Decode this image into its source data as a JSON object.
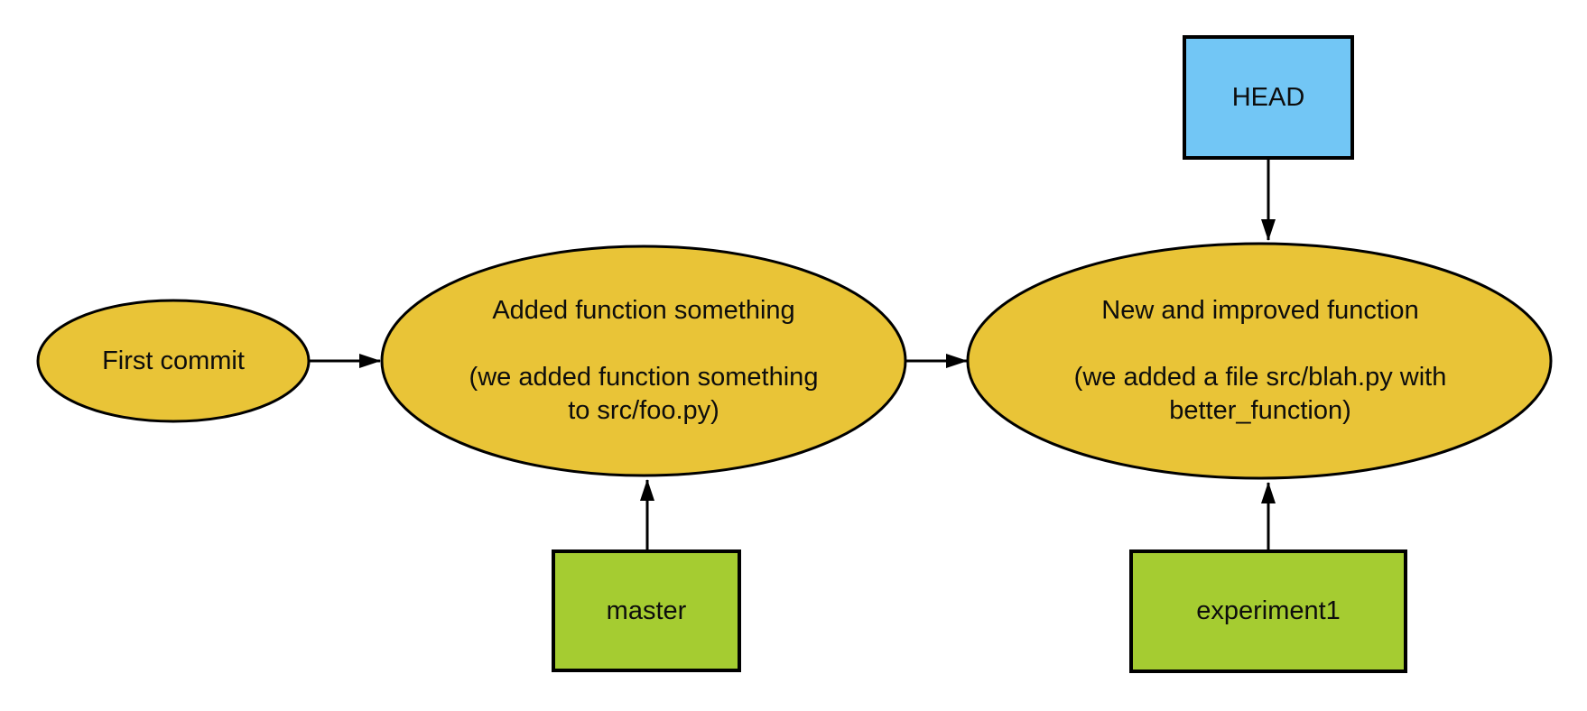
{
  "diagram": {
    "background": "#ffffff",
    "colors": {
      "commit_fill": "#e9c437",
      "branch_fill": "#a5cc31",
      "head_fill": "#72c6f5",
      "stroke": "#000000"
    },
    "nodes": {
      "commit1": {
        "label": "First commit"
      },
      "commit2": {
        "title": "Added function something",
        "desc_line1": "(we added function something",
        "desc_line2": "to src/foo.py)"
      },
      "commit3": {
        "title": "New and improved function",
        "desc_line1": "(we added a file src/blah.py with",
        "desc_line2": "better_function)"
      },
      "head": {
        "label": "HEAD"
      },
      "master": {
        "label": "master"
      },
      "experiment1": {
        "label": "experiment1"
      }
    }
  }
}
